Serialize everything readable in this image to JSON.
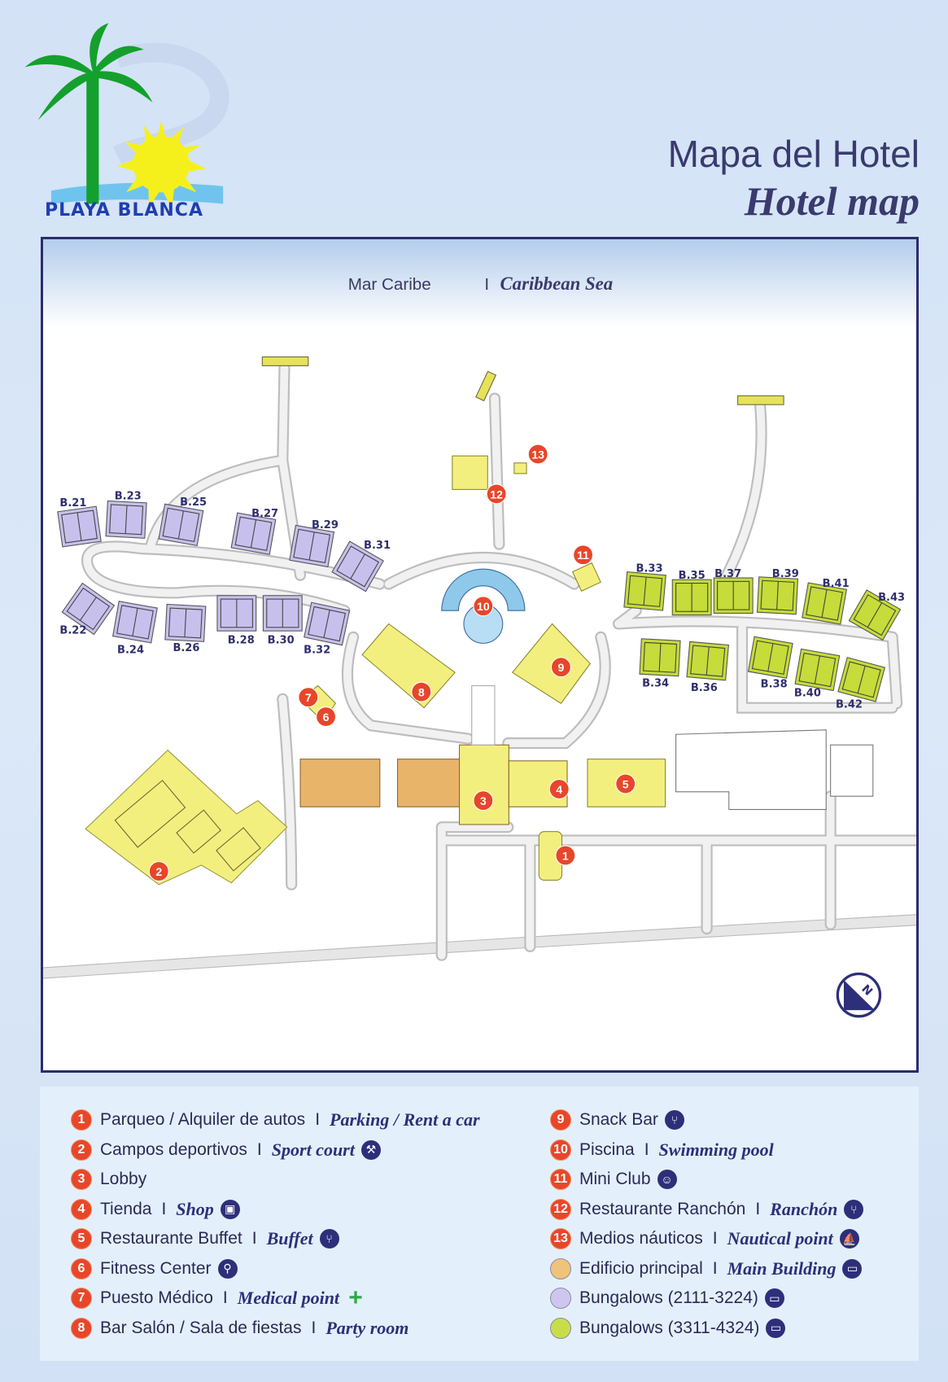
{
  "logo": {
    "text": "PLAYA BLANCA"
  },
  "header": {
    "title_es": "Mapa del Hotel",
    "title_en": "Hotel map"
  },
  "map": {
    "sea_es": "Mar Caribe",
    "sea_en": "Caribbean Sea",
    "separator": "I",
    "bungalows_purple": [
      "B.21",
      "B.23",
      "B.25",
      "B.27",
      "B.29",
      "B.31",
      "B.22",
      "B.24",
      "B.26",
      "B.28",
      "B.30",
      "B.32"
    ],
    "bungalows_green": [
      "B.33",
      "B.35",
      "B.37",
      "B.39",
      "B.41",
      "B.43",
      "B.34",
      "B.36",
      "B.38",
      "B.40",
      "B.42"
    ],
    "markers": [
      "1",
      "2",
      "3",
      "4",
      "5",
      "6",
      "7",
      "8",
      "9",
      "10",
      "11",
      "12",
      "13"
    ],
    "compass": "N"
  },
  "colors": {
    "marker": "#e8462a",
    "navy": "#2e2f7a",
    "bungalow_purple": "#c8c0ec",
    "bungalow_green": "#c5dc3a",
    "facility_yellow": "#f3ef7f",
    "main_building": "#e8b46a"
  },
  "legend": {
    "separator": "I",
    "items": [
      {
        "num": "1",
        "es": "Parqueo / Alquiler de autos",
        "en": "Parking / Rent a car",
        "icon": ""
      },
      {
        "num": "2",
        "es": "Campos deportivos",
        "en": "Sport court",
        "icon": "sport-icon"
      },
      {
        "num": "3",
        "es": "Lobby",
        "en": "",
        "icon": ""
      },
      {
        "num": "4",
        "es": "Tienda",
        "en": "Shop",
        "icon": "shop-icon"
      },
      {
        "num": "5",
        "es": "Restaurante Buffet",
        "en": "Buffet",
        "icon": "cutlery-icon"
      },
      {
        "num": "6",
        "es": "Fitness Center",
        "en": "",
        "icon": "fitness-icon"
      },
      {
        "num": "7",
        "es": "Puesto Médico",
        "en": "Medical point",
        "icon": "medical-cross-icon"
      },
      {
        "num": "8",
        "es": "Bar Salón / Sala de fiestas",
        "en": "Party room",
        "icon": ""
      },
      {
        "num": "9",
        "es": "Snack Bar",
        "en": "",
        "icon": "cutlery-icon"
      },
      {
        "num": "10",
        "es": "Piscina",
        "en": "Swimming pool",
        "icon": ""
      },
      {
        "num": "11",
        "es": "Mini Club",
        "en": "",
        "icon": "smiley-icon"
      },
      {
        "num": "12",
        "es": "Restaurante Ranchón",
        "en": "Ranchón",
        "icon": "cutlery-icon"
      },
      {
        "num": "13",
        "es": "Medios náuticos",
        "en": "Nautical point",
        "icon": "sailboat-icon"
      },
      {
        "swatch": "#f0c27a",
        "es": "Edificio principal",
        "en": "Main Building",
        "icon": "bed-icon"
      },
      {
        "swatch": "#cfc6ef",
        "es": "Bungalows (2111-3224)",
        "en": "",
        "icon": "bed-icon"
      },
      {
        "swatch": "#c8de48",
        "es": "Bungalows (3311-4324)",
        "en": "",
        "icon": "bed-icon"
      }
    ]
  }
}
